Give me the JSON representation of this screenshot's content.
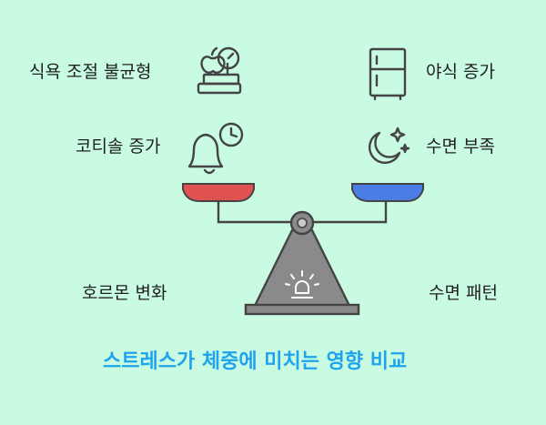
{
  "left_items": [
    "식욕 조절 불균형",
    "코티솔 증가",
    "호르몬 변화"
  ],
  "right_items": [
    "야식 증가",
    "수면 부족",
    "수면 패턴"
  ],
  "title": "스트레스가 체중에 미치는 영향 비교",
  "colors": {
    "background": "#c9fbe3",
    "left_pan": "#e05252",
    "right_pan": "#4a7ee6",
    "base": "#8a8a8a",
    "stroke": "#444444",
    "title": "#1fa4ec"
  },
  "icons": {
    "left_top": "scale-apple-icon",
    "left_mid": "alarm-clock-icon",
    "right_top": "refrigerator-icon",
    "right_mid": "moon-stars-icon",
    "base": "lightbulb-icon"
  }
}
